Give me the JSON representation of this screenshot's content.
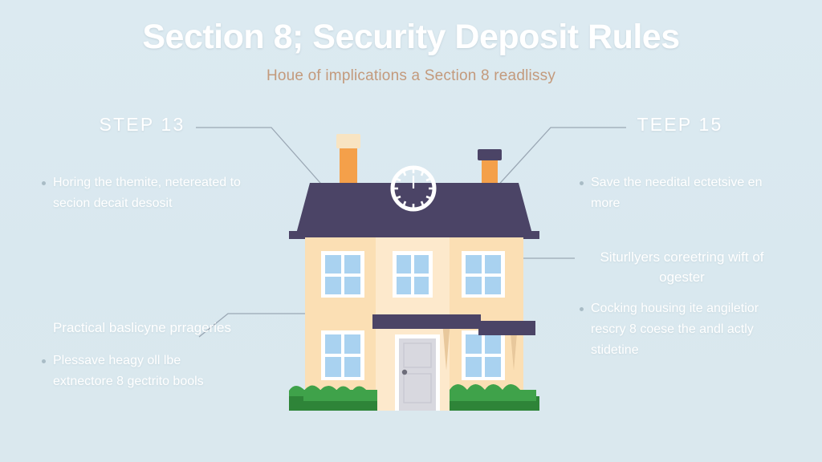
{
  "header": {
    "title": "Section 8; Security Deposit Rules",
    "subtitle": "Houe of implications a Section 8 readlissy"
  },
  "colors": {
    "background": "#dbe9f0",
    "title": "#ffffff",
    "subtitle": "#c39a7c",
    "roof": "#4b4466",
    "wall": "#fbdfb4",
    "wall_light": "#fde9cc",
    "window_pane": "#a9d2f0",
    "window_frame": "#ffffff",
    "door": "#d8d8df",
    "chimney": "#f4a04a",
    "chimney_cap_left": "#f8e4c2",
    "chimney_cap_right": "#4b4466",
    "bush_light": "#3fa24a",
    "bush_dark": "#2e8438",
    "connector": "#9aa7b4",
    "bullet_dot": "#a9bcc6"
  },
  "callouts": {
    "left_top": {
      "heading": "STEP 13",
      "body": "Horing the themite, netereated to secion decait desosit"
    },
    "left_bottom": {
      "heading": "Practical baslicyne prrageries",
      "body": "Plessave heagy oll lbe extnectore 8 gectrito bools"
    },
    "right_top": {
      "heading": "TEEP 15",
      "body": "Save the needital ectetsive en more"
    },
    "right_middle": {
      "heading": "Siturllyers coreetring wift of ogester"
    },
    "right_bottom": {
      "body": "Cocking housing ite angiletior rescry 8 coese the andl actly stidetine"
    }
  },
  "illustration": {
    "name": "two-story-house",
    "clock_hand": "12",
    "windows_upper": 3,
    "windows_lower": 2,
    "chimneys": 2,
    "bushes": 2
  }
}
